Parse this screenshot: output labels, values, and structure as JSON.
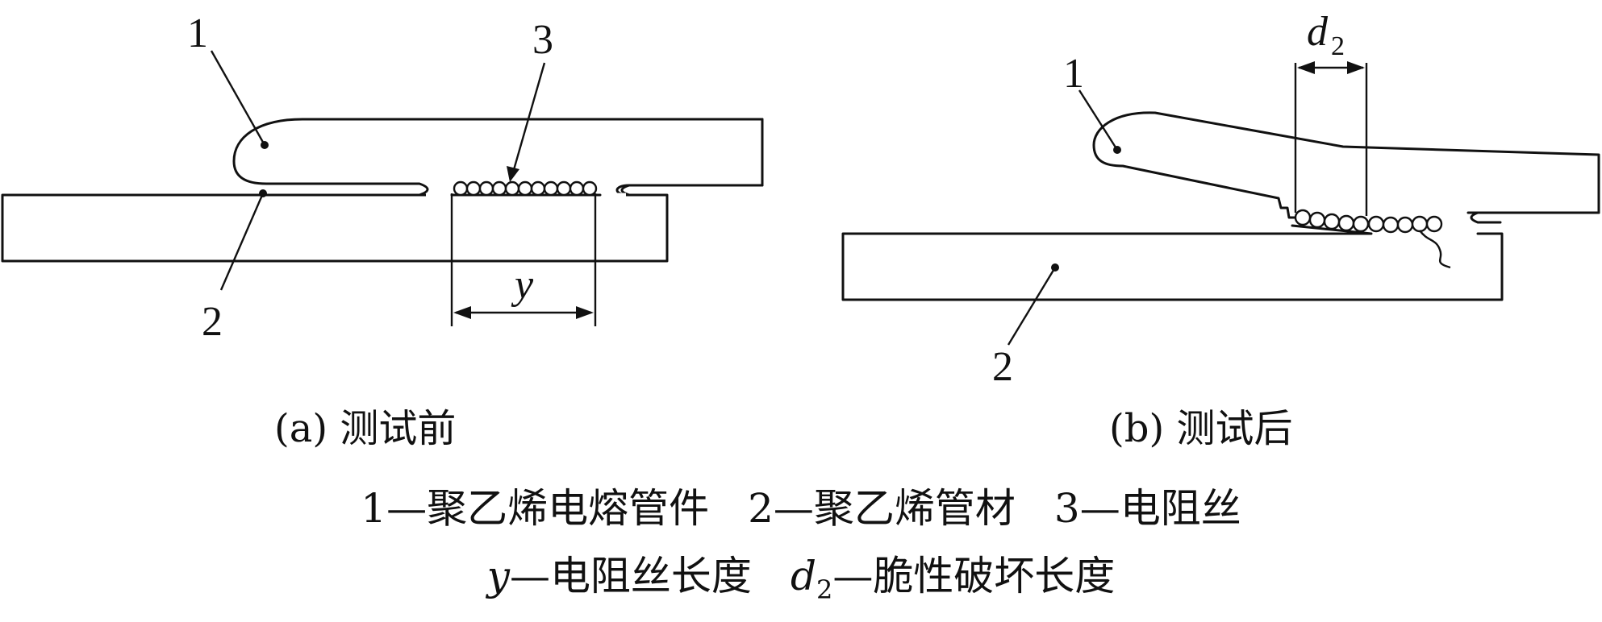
{
  "labels": {
    "a_fitting": "1",
    "a_pipe": "2",
    "a_wire": "3",
    "a_dim": "y",
    "b_fitting": "1",
    "b_pipe": "2",
    "b_dim_var": "d",
    "b_dim_sub": "2"
  },
  "captions": {
    "a": "(a) 测试前",
    "b": "(b) 测试后"
  },
  "legend": {
    "item1_num": "1",
    "item1_text": "—聚乙烯电熔管件",
    "item2_num": "2",
    "item2_text": "—聚乙烯管材",
    "item3_num": "3",
    "item3_text": "—电阻丝",
    "item4_var": "y",
    "item4_text": "—电阻丝长度",
    "item5_var": "d",
    "item5_sub": "2",
    "item5_text": "—脆性破坏长度"
  }
}
